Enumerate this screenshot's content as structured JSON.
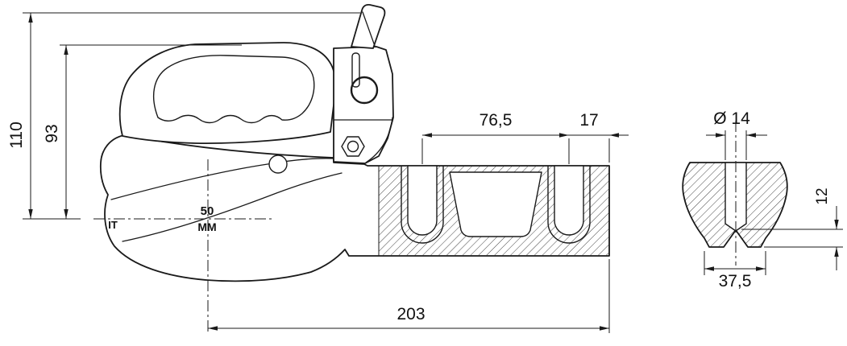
{
  "dimensions": {
    "overall_height": "110",
    "body_height": "93",
    "slot_pitch": "76,5",
    "slot_to_end": "17",
    "overall_length": "203",
    "bore_diameter": "Ø 14",
    "recess_depth": "12",
    "base_width": "37,5"
  },
  "markings": {
    "ball_size": "50",
    "ball_unit": "MM",
    "cast_mark": "IT"
  },
  "colors": {
    "line": "#1a1a1a",
    "background": "#ffffff"
  }
}
